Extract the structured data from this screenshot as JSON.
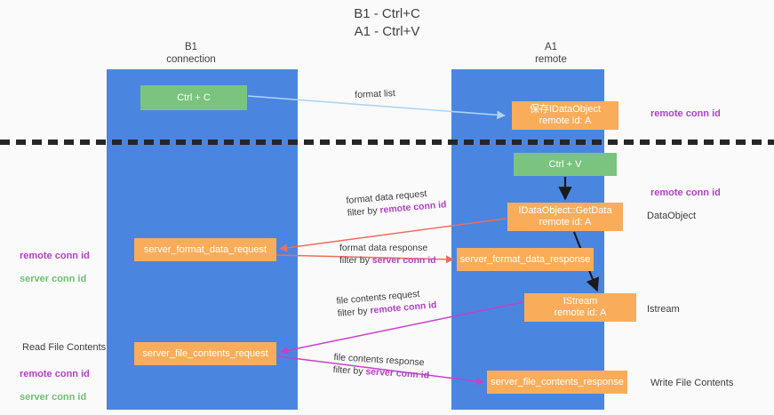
{
  "title": "B1 - Ctrl+C\nA1 - Ctrl+V",
  "columns": {
    "left": {
      "header": "B1\nconnection"
    },
    "right": {
      "header": "A1\nremote"
    }
  },
  "colors": {
    "lane": "#4a86e0",
    "green_node": "#7bc47f",
    "orange_node": "#f9ad5a",
    "remote_conn_id": "#b340c9",
    "server_conn_id": "#6fbf73",
    "arrow_format_list": "#aed4f0",
    "arrow_format_data": "#ef6c5c",
    "arrow_file_contents": "#c93fc9",
    "arrow_internal": "#1a1a1a",
    "divider": "#262626"
  },
  "nodes": [
    {
      "id": "ctrl-c",
      "label": "Ctrl + C",
      "style": "green"
    },
    {
      "id": "idataobject",
      "label": "保存IDataObject\nremote id: A",
      "style": "orange"
    },
    {
      "id": "ctrl-v",
      "label": "Ctrl + V",
      "style": "green"
    },
    {
      "id": "getdata",
      "label": "IDataObject::GetData\nremote id: A",
      "style": "orange"
    },
    {
      "id": "server-format-data-request",
      "label": "server_format_data_request",
      "style": "orange"
    },
    {
      "id": "server-format-data-response",
      "label": "server_format_data_response",
      "style": "orange"
    },
    {
      "id": "istream",
      "label": "IStream\nremote id: A",
      "style": "orange"
    },
    {
      "id": "server-file-contents-request",
      "label": "server_file_contents_request",
      "style": "orange"
    },
    {
      "id": "server-file-contents-response",
      "label": "server_file_contents_response",
      "style": "orange"
    }
  ],
  "edge_labels": {
    "format_list": {
      "line1": "format list",
      "line2_prefix": "",
      "line2_token": ""
    },
    "format_data_request": {
      "line1": "format data request",
      "line2_prefix": "filter by ",
      "line2_token": "remote conn id"
    },
    "format_data_response": {
      "line1": "format data response",
      "line2_prefix": "filter by ",
      "line2_token": "server conn id"
    },
    "file_contents_request": {
      "line1": "file contents request",
      "line2_prefix": "filter by ",
      "line2_token": "remote conn id"
    },
    "file_contents_response": {
      "line1": "file contents response",
      "line2_prefix": "filter by ",
      "line2_token": "server conn id"
    }
  },
  "annotations": {
    "right_remote_conn_id_top": "remote conn id",
    "right_remote_conn_id_mid": "remote conn id",
    "dataobject": "DataObject",
    "istream": "Istream",
    "write_file_contents": "Write File Contents",
    "read_file_contents": "Read File Contents",
    "left_remote_conn_id": "remote conn id",
    "left_server_conn_id": "server conn id",
    "left_remote_conn_id_2": "remote conn id",
    "left_server_conn_id_2": "server conn id"
  }
}
